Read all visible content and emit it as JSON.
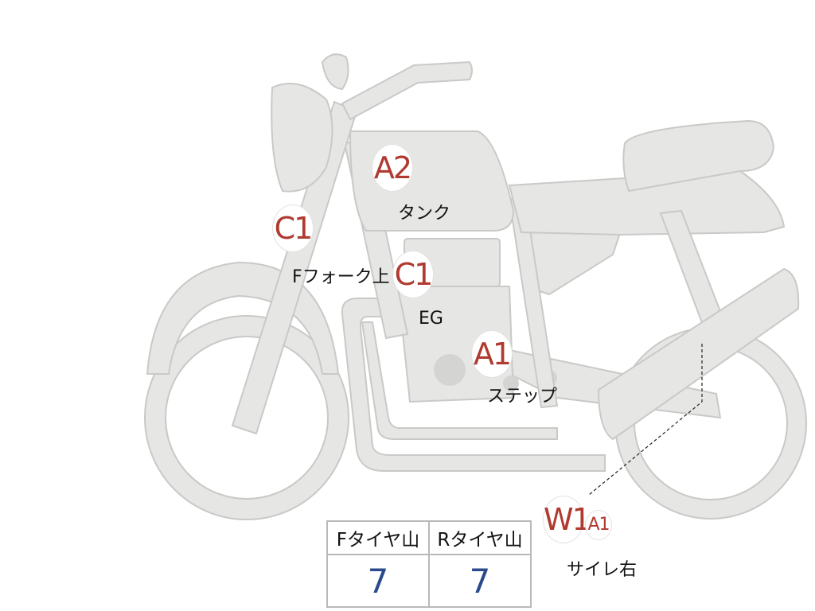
{
  "markers": [
    {
      "code": "C1",
      "label": "Fフォーク上"
    },
    {
      "code": "A2",
      "label": "タンク"
    },
    {
      "code": "C1",
      "label": "EG"
    },
    {
      "code": "A1",
      "label": "ステップ"
    },
    {
      "code": "W1",
      "extra": "A1",
      "label": "サイレ右"
    }
  ],
  "tread_table": {
    "headers": [
      "Fタイヤ山",
      "Rタイヤ山"
    ],
    "values": [
      "7",
      "7"
    ]
  },
  "colors": {
    "body_fill": "#e6e6e4",
    "body_stroke": "#c9c9c7",
    "marker_text": "#b03a30",
    "value_text": "#2b4a8c"
  }
}
